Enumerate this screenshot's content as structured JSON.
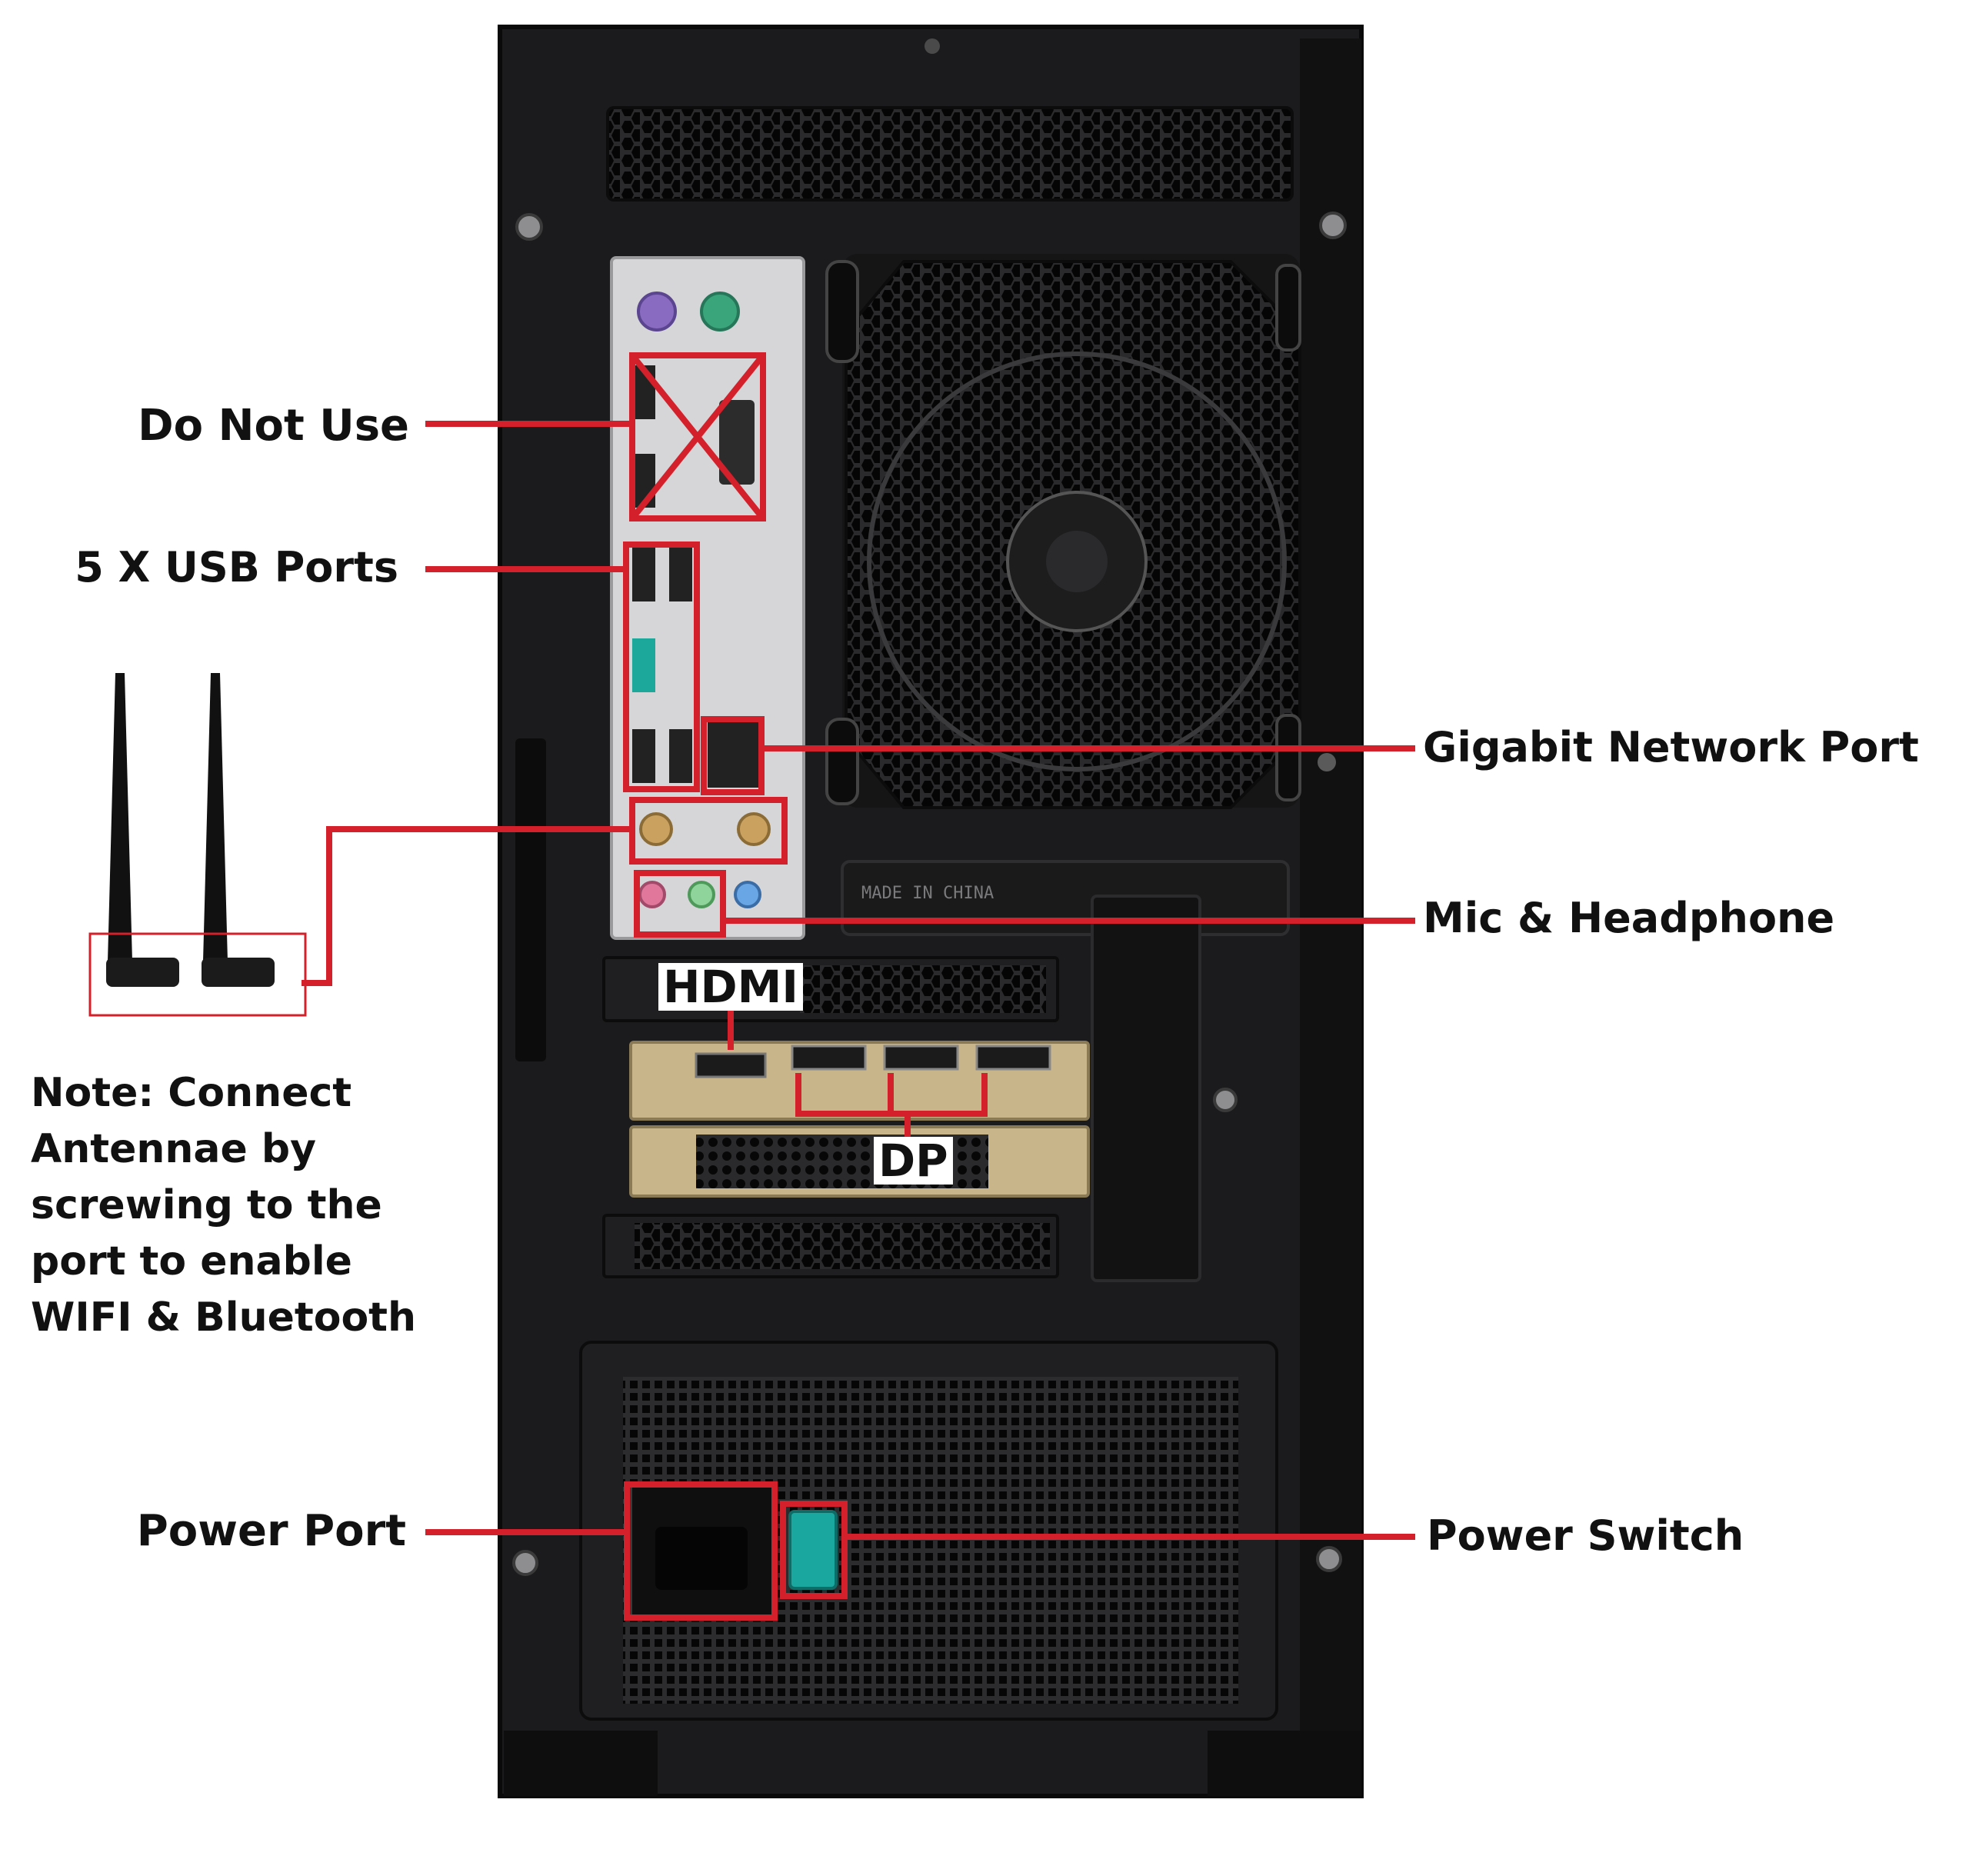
{
  "labels": {
    "do_not_use": "Do Not Use",
    "usb_ports": "5 X USB Ports",
    "network_port": "Gigabit Network Port",
    "mic_headphone": "Mic & Headphone",
    "power_port": "Power Port",
    "power_switch": "Power Switch",
    "hdmi": "HDMI",
    "dp": "DP"
  },
  "note_lines": [
    "Note: Connect",
    "Antennae by",
    "screwing to the",
    "port to enable",
    "WIFI & Bluetooth"
  ],
  "case_text": {
    "made_in": "MADE IN CHINA"
  },
  "colors": {
    "callout_red": "#d4202a",
    "case_black": "#1b1b1d",
    "io_shield": "#d6d6d8",
    "power_switch": "#1aa7a0",
    "gpu_gold": "#c9b58a"
  }
}
